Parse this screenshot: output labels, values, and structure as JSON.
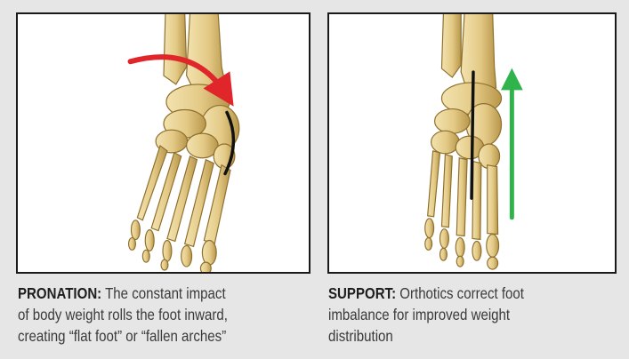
{
  "panels": [
    {
      "label": "PRONATION:",
      "lines": [
        "The constant impact",
        "of body weight rolls the foot inward,",
        "creating “flat foot” or “fallen arches”"
      ],
      "arrow_color": "#e0262b",
      "line_color": "#111111"
    },
    {
      "label": "SUPPORT:",
      "lines": [
        "Orthotics correct foot",
        "imbalance for improved weight",
        "distribution"
      ],
      "arrow_color": "#2fb34a",
      "line_color": "#111111"
    }
  ],
  "colors": {
    "background": "#e6e6e6",
    "bone": "#e6cf93",
    "bone_shadow": "#a8873f"
  }
}
